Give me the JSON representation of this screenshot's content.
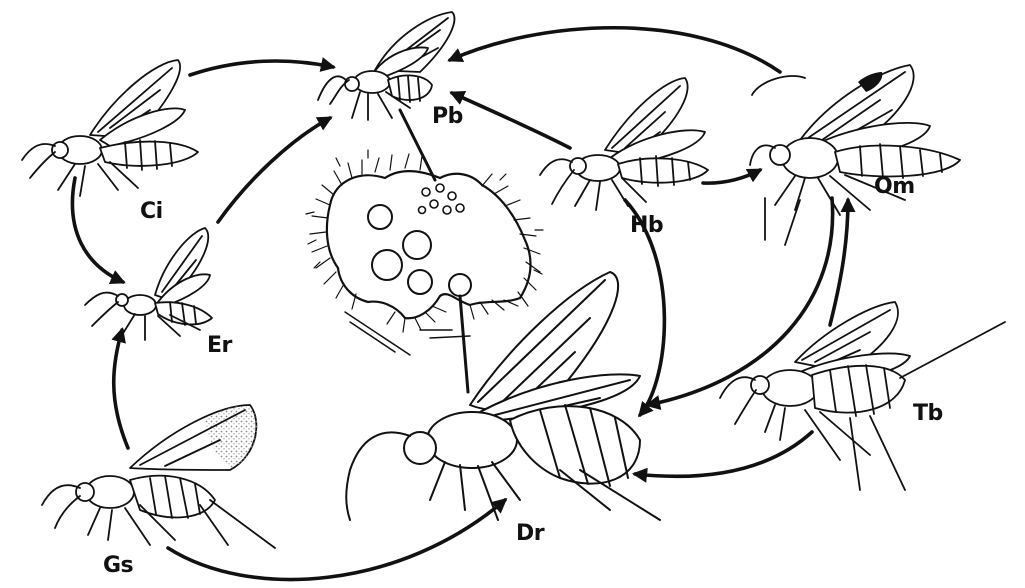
{
  "labels": {
    "pb": "Pb",
    "ci": "Ci",
    "er": "Er",
    "gs": "Gs",
    "hb": "Hb",
    "om": "Om",
    "tb": "Tb",
    "dr": "Dr"
  },
  "colors": {
    "ink": "#111111",
    "background": "#ffffff",
    "gall_stipple": "#9a9a9a"
  }
}
